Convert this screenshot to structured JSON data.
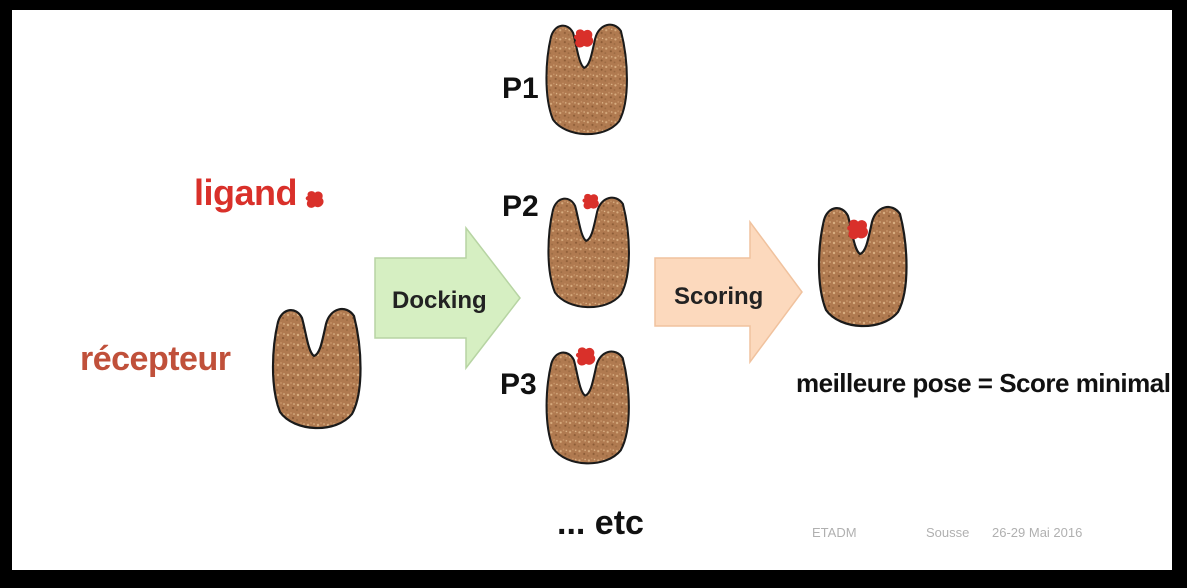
{
  "diagram": {
    "ligand_label": "ligand",
    "receptor_label": "récepteur",
    "docking_label": "Docking",
    "scoring_label": "Scoring",
    "poses": [
      {
        "label": "P1"
      },
      {
        "label": "P2"
      },
      {
        "label": "P3"
      }
    ],
    "etc_label": "... etc",
    "best_pose_label": "meilleure pose = Score minimal",
    "colors": {
      "ligand": "#d9302a",
      "receptor_fill": "#b07a50",
      "receptor_outline": "#1a1a1a",
      "docking_arrow": "#d6efc2",
      "scoring_arrow": "#fcd9bd"
    }
  },
  "footer": {
    "event": "ETADM",
    "place": "Sousse",
    "date": "26-29 Mai 2016"
  }
}
